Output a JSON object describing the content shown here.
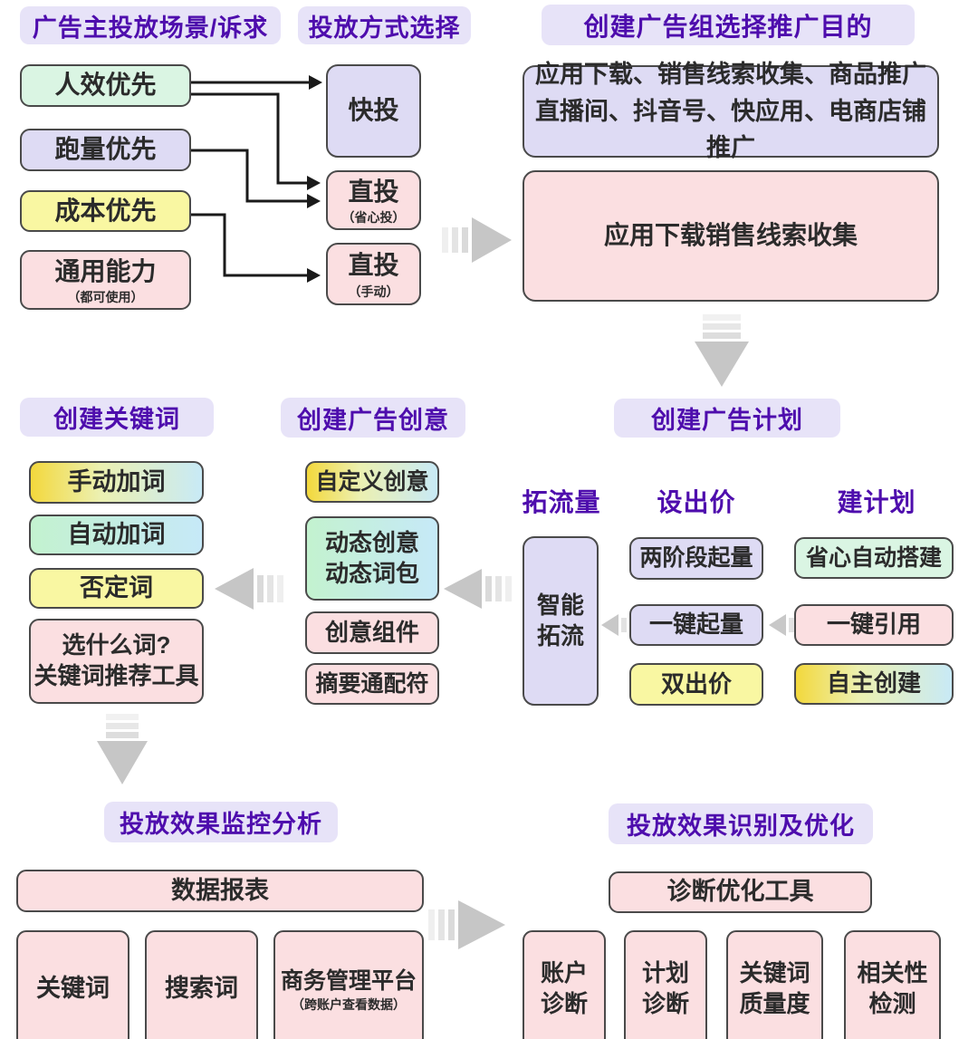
{
  "palette": {
    "header_bg": "#E7E3F8",
    "header_text": "#4E0DAD",
    "box_border": "#4A4A4A",
    "green": "#DAF5E3",
    "lavender": "#DEDBF4",
    "yellow": "#F9F7A2",
    "pink": "#FBDFE1",
    "gradient_yellow_blue": "#F3D83C→#C8EAF6",
    "gradient_green_blue": "#C3F2CF→#C6E9F8",
    "arrow_gray": "#C6C6C6",
    "connector_black": "#1A1A1A"
  },
  "top": {
    "scene": {
      "header": "广告主投放场景/诉求",
      "items": [
        {
          "label": "人效优先"
        },
        {
          "label": "跑量优先"
        },
        {
          "label": "成本优先"
        },
        {
          "label": "通用能力",
          "sub": "（都可使用）"
        }
      ]
    },
    "method": {
      "header": "投放方式选择",
      "items": [
        {
          "label": "快投"
        },
        {
          "label": "直投",
          "sub": "（省心投）"
        },
        {
          "label": "直投",
          "sub": "（手动）"
        }
      ]
    },
    "adgroup": {
      "header": "创建广告组选择推广目的",
      "options": "应用下载、销售线索收集、商品推广\n直播间、抖音号、快应用、电商店铺推广",
      "selected": "应用下载销售线索收集"
    }
  },
  "middle": {
    "keyword": {
      "header": "创建关键词",
      "items": [
        "手动加词",
        "自动加词",
        "否定词"
      ],
      "tool": "选什么词?\n关键词推荐工具"
    },
    "creative": {
      "header": "创建广告创意",
      "custom": "自定义创意",
      "dynamic": "动态创意\n动态词包",
      "component": "创意组件",
      "wildcard": "摘要通配符"
    },
    "plan": {
      "header": "创建广告计划",
      "cols": {
        "flow": "拓流量",
        "bid": "设出价",
        "build": "建计划"
      },
      "smart": "智能\n拓流",
      "bid_items": [
        "两阶段起量",
        "一键起量",
        "双出价"
      ],
      "build_items": [
        "省心自动搭建",
        "一键引用",
        "自主创建"
      ]
    }
  },
  "bottom": {
    "monitor": {
      "header": "投放效果监控分析",
      "report": "数据报表",
      "items": [
        {
          "label": "关键词"
        },
        {
          "label": "搜索词"
        },
        {
          "label": "商务管理平台",
          "sub": "（跨账户查看数据）"
        }
      ]
    },
    "optimize": {
      "header": "投放效果识别及优化",
      "tools": "诊断优化工具",
      "items": [
        "账户\n诊断",
        "计划\n诊断",
        "关键词\n质量度",
        "相关性\n检测"
      ]
    }
  }
}
